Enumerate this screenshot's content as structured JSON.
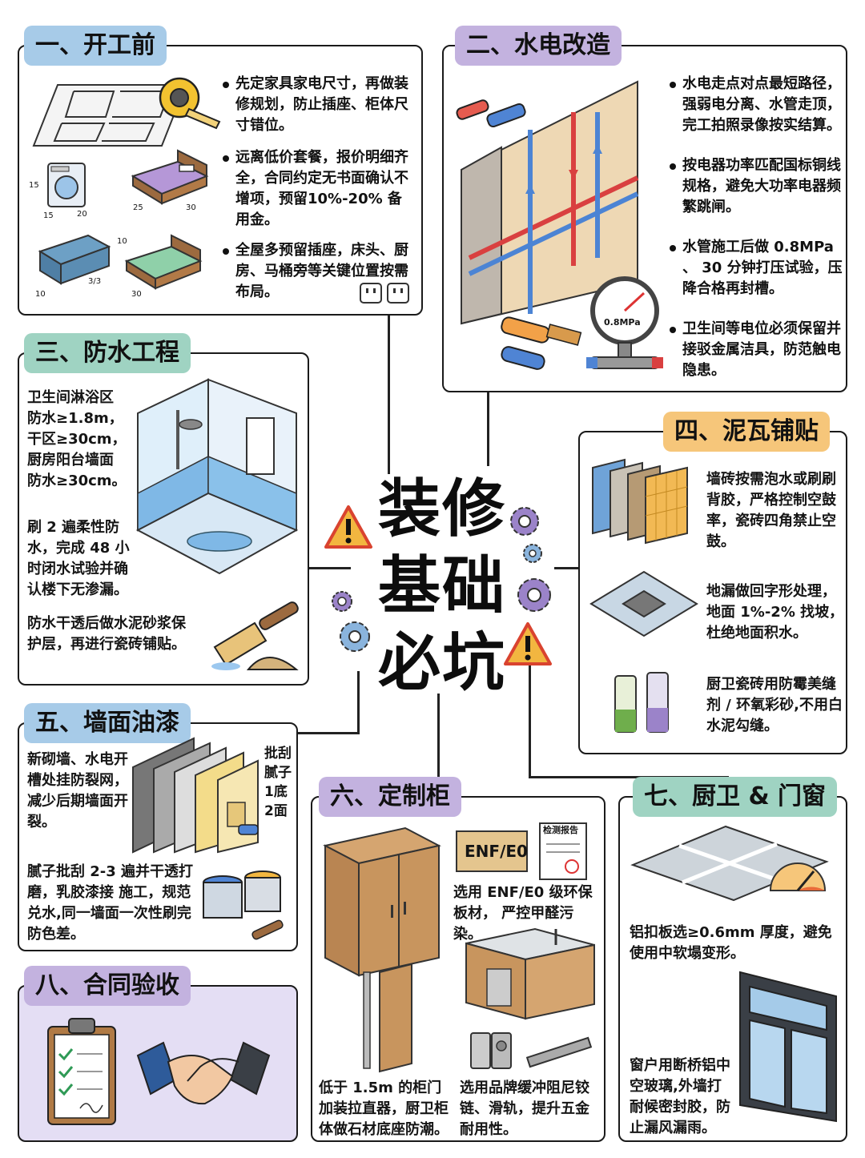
{
  "title_lines": [
    "装修",
    "基础",
    "必坑"
  ],
  "sections": {
    "s1": {
      "tag": "一、开工前",
      "bullets": [
        "先定家具家电尺寸，再做装修规划，防止插座、柜体尺寸错位。",
        "远离低价套餐，报价明细齐全，合同约定无书面确认不增项，预留10%-20% 备用金。",
        "全屋多预留插座，床头、厨房、马桶旁等关键位置按需布局。"
      ],
      "dims": [
        "15",
        "15",
        "20",
        "25",
        "30",
        "10",
        "3/3",
        "10",
        "30"
      ]
    },
    "s2": {
      "tag": "二、水电改造",
      "bullets": [
        "水电走点对点最短路径，强弱电分离、水管走顶，完工拍照录像按实结算。",
        "按电器功率匹配国标铜线规格，避免大功率电器频繁跳闸。",
        "水管施工后做 0.8MPa 、 30 分钟打压试验，压降合格再封槽。",
        "卫生间等电位必须保留并接驳金属洁具，防范触电隐患。"
      ],
      "gauge": "0.8MPa"
    },
    "s3": {
      "tag": "三、防水工程",
      "paras": [
        "卫生间淋浴区防水≥1.8m，干区≥30cm，厨房阳台墙面防水≥30cm。",
        "刷 2 遍柔性防水，完成 48 小时闭水试验并确认楼下无渗漏。",
        "防水干透后做水泥砂浆保护层，再进行瓷砖铺贴。"
      ]
    },
    "s4": {
      "tag": "四、泥瓦铺贴",
      "paras": [
        "墙砖按需泡水或刷刷背胶，严格控制空鼓率，瓷砖四角禁止空鼓。",
        "地漏做回字形处理，地面 1%-2% 找坡，杜绝地面积水。",
        "厨卫瓷砖用防霉美缝剂 / 环氧彩砂,不用白水泥勾缝。"
      ]
    },
    "s5": {
      "tag": "五、墙面油漆",
      "paras": [
        "新砌墙、水电开槽处挂防裂网，减少后期墙面开裂。",
        "腻子批刮 2-3 遍并干透打磨，乳胶漆接 施工，规范兑水,同一墙面一次性刷完防色差。"
      ],
      "layers": [
        "批刮",
        "腻子",
        "1底",
        "2面"
      ]
    },
    "s6": {
      "tag": "六、定制柜",
      "board_label": "ENF/E0",
      "report_label": "检测报告",
      "paras": [
        "选用 ENF/E0 级环保板材， 严控甲醛污染。",
        "低于 1.5m 的柜门加装拉直器，厨卫柜体做石材底座防潮。",
        "选用品牌缓冲阻尼铰链、滑轨，提升五金耐用性。"
      ]
    },
    "s7": {
      "tag": "七、厨卫 & 门窗",
      "paras": [
        "铝扣板选≥0.6mm 厚度，避免使用中软塌变形。",
        "窗户用断桥铝中空玻璃,外墙打耐候密封胶，防止漏风漏雨。"
      ]
    },
    "s8": {
      "tag": "八、合同验收"
    }
  },
  "colors": {
    "blue": "#a7cbe8",
    "purple": "#c3b2df",
    "green": "#9fd3c2",
    "orange": "#f6c67a",
    "lavender_bg": "#e4def4"
  }
}
